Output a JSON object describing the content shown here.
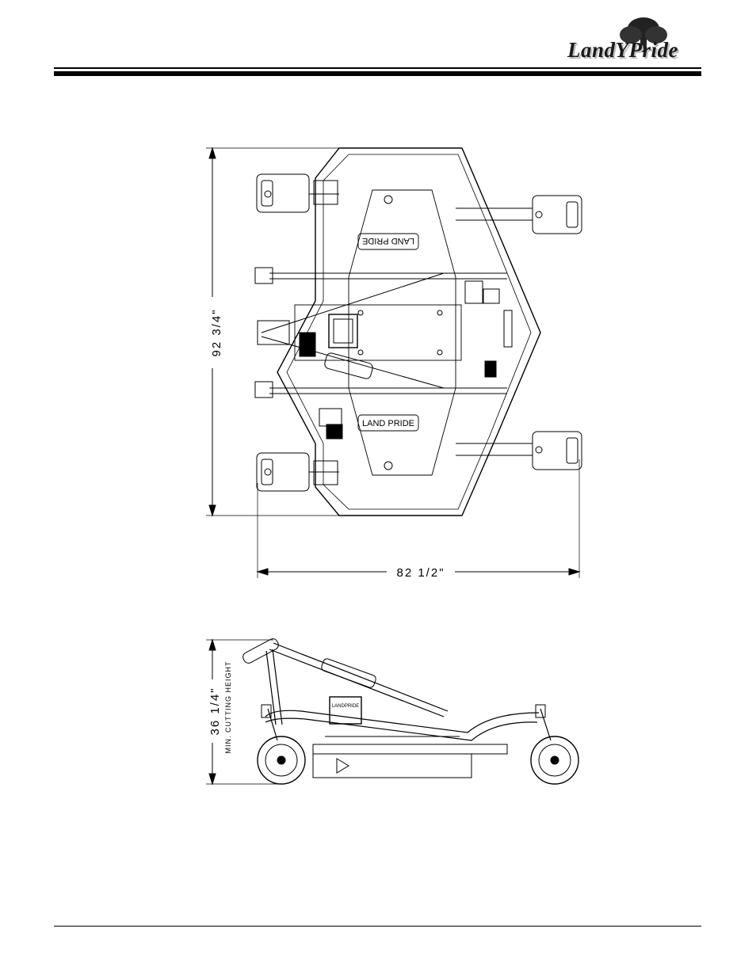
{
  "header": {
    "brand": "LandYPride"
  },
  "top_view": {
    "depth_dimension": "92 3/4\"",
    "width_dimension": "82 1/2\"",
    "deck_label_top": "LAND PRIDE",
    "deck_label_bottom": "LAND PRIDE"
  },
  "side_view": {
    "height_dimension": "36 1/4\"",
    "height_note": "MIN. CUTTING HEIGHT",
    "gearbox_label": "LANDPRIDE"
  },
  "colors": {
    "ink": "#000000",
    "paper": "#ffffff",
    "logo_shadow": "#bbbbbb"
  }
}
